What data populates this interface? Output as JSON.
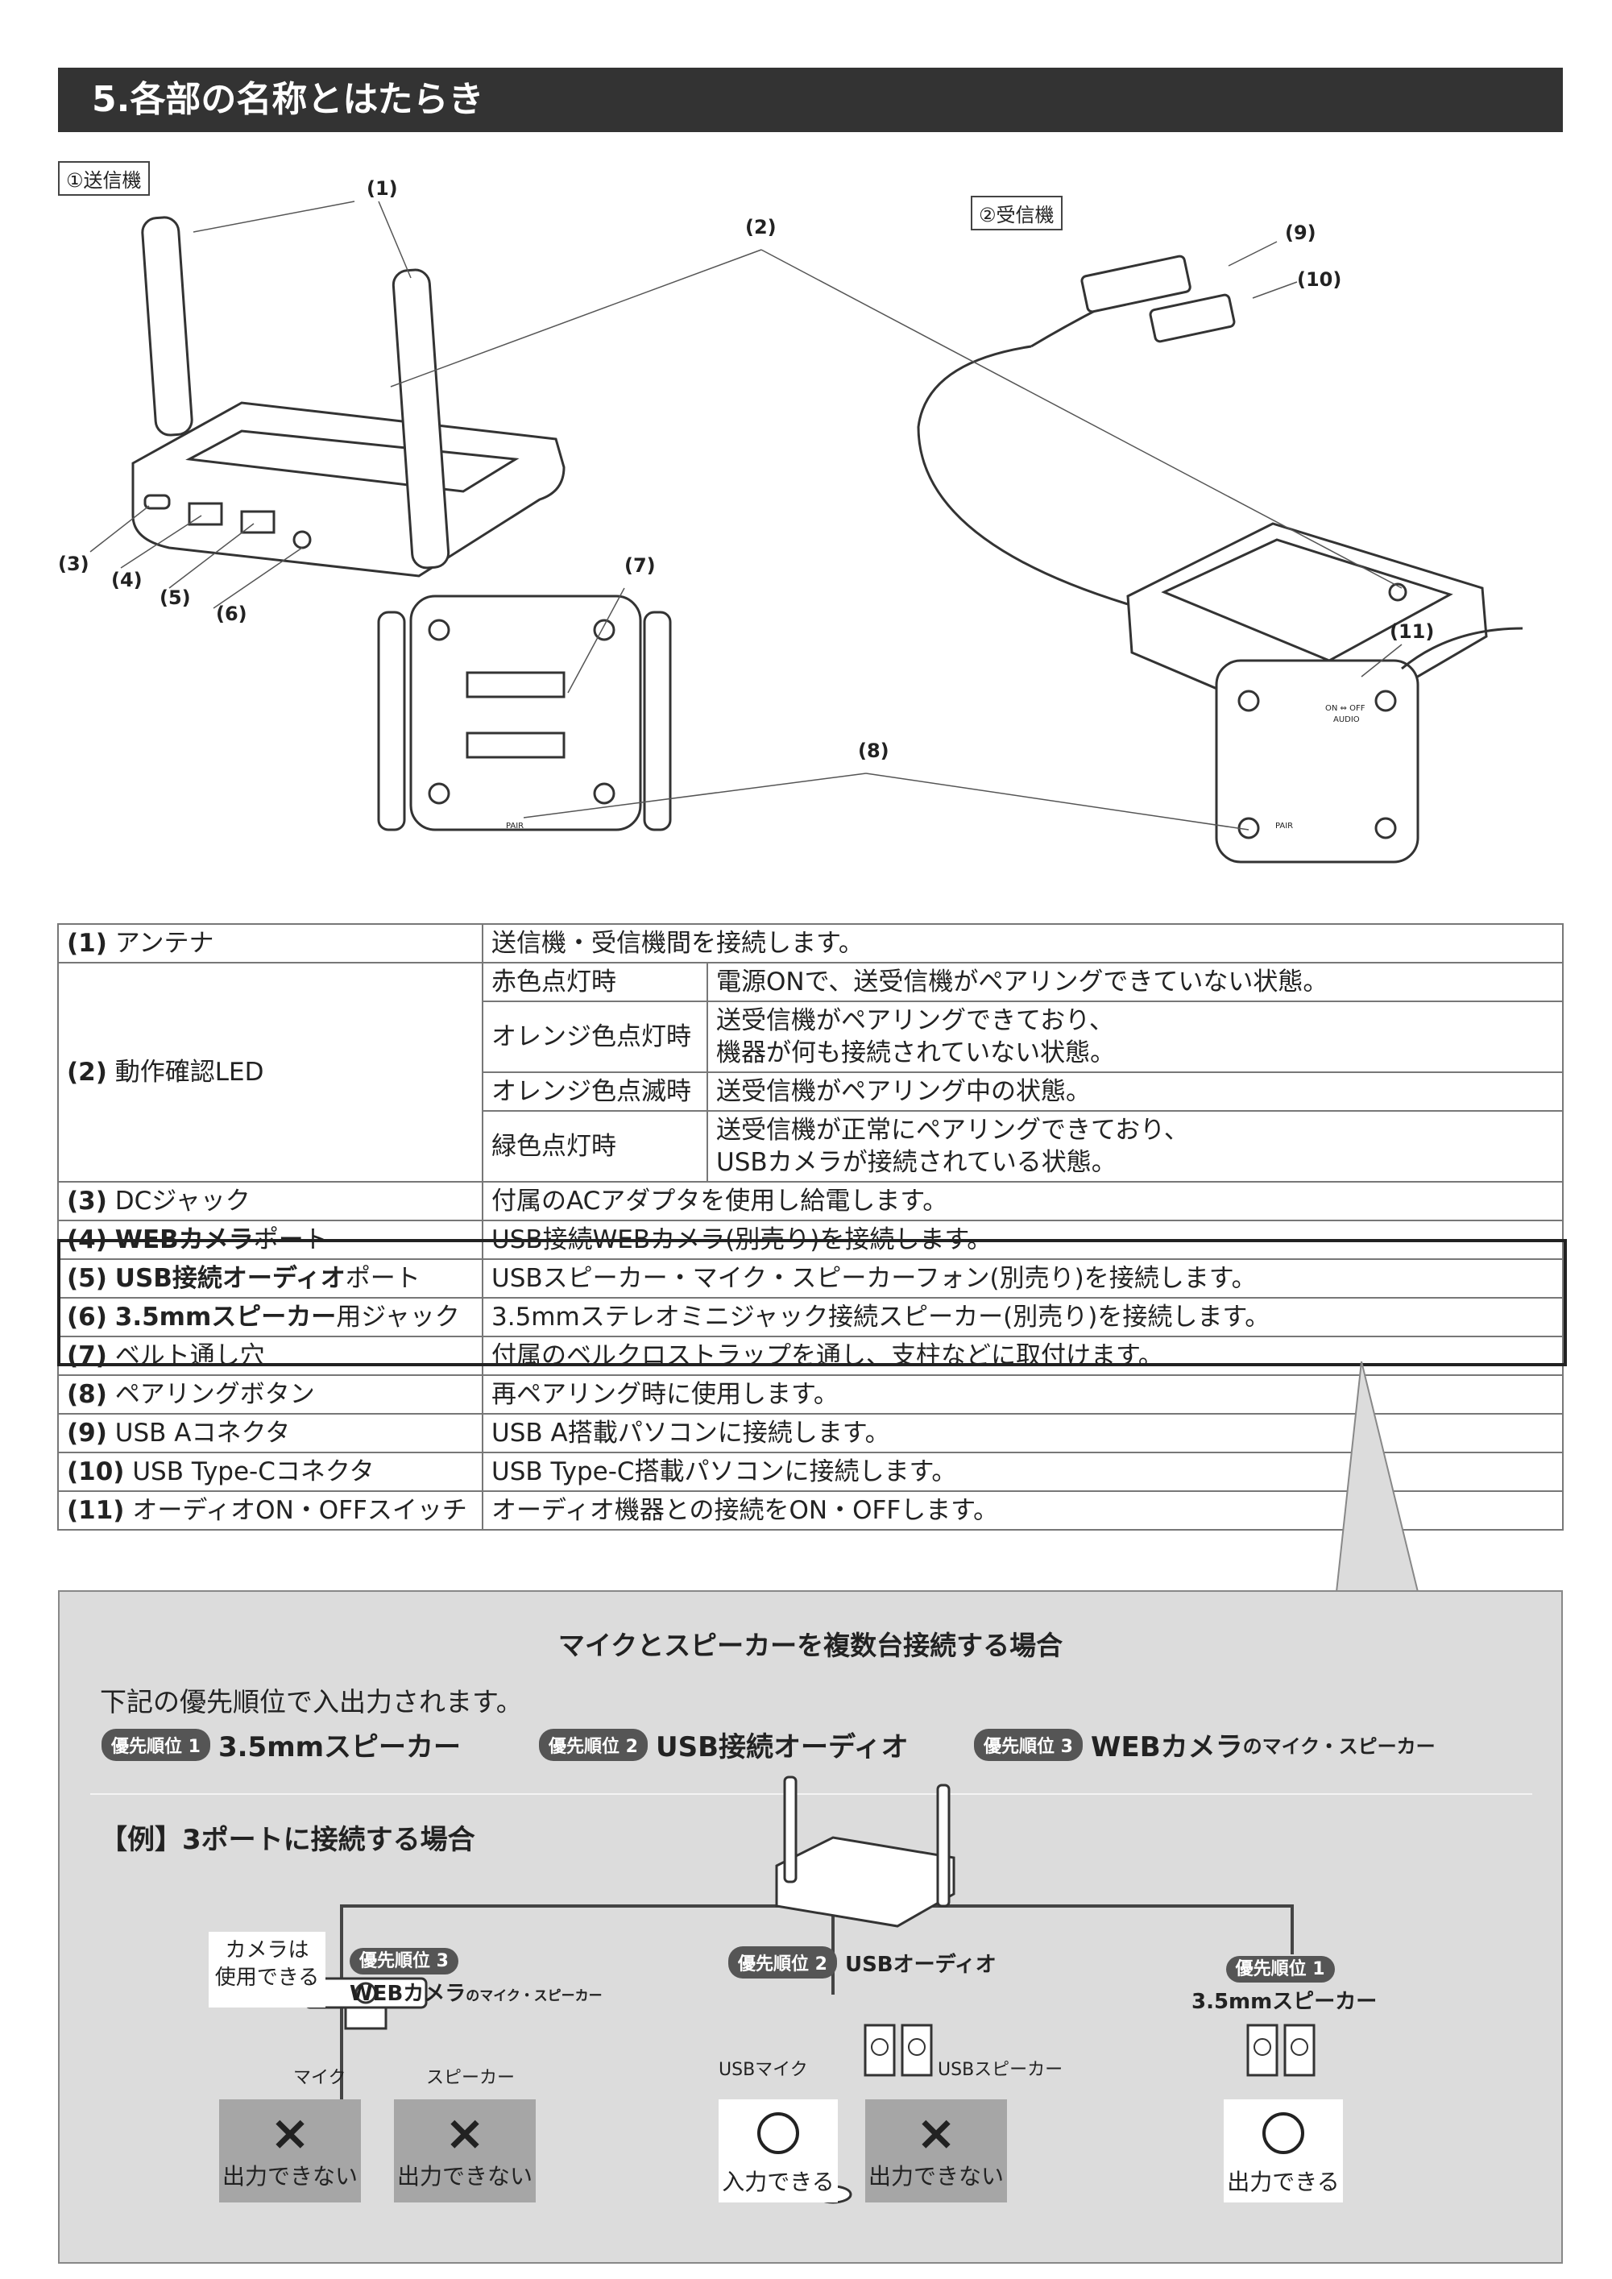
{
  "header": {
    "title": "5.各部の名称とはたらき"
  },
  "diagram": {
    "sender_label": "①送信機",
    "receiver_label": "②受信機",
    "callouts": [
      "(1)",
      "(2)",
      "(3)",
      "(4)",
      "(5)",
      "(6)",
      "(7)",
      "(8)",
      "(9)",
      "(10)",
      "(11)"
    ],
    "switch_label": "ON ⇔ OFF",
    "audio_label": "AUDIO",
    "pair_label": "PAIR"
  },
  "table": {
    "rows": [
      {
        "num": "(1)",
        "name": "アンテナ",
        "desc": "送信機・受信機間を接続します。"
      },
      {
        "num": "(2)",
        "name": "動作確認LED",
        "sub": [
          {
            "state": "赤色点灯時",
            "desc": "電源ONで、送受信機がペアリングできていない状態。"
          },
          {
            "state": "オレンジ色点灯時",
            "desc1": "送受信機がペアリングできており、",
            "desc2": "機器が何も接続されていない状態。"
          },
          {
            "state": "オレンジ色点滅時",
            "desc": "送受信機がペアリング中の状態。"
          },
          {
            "state": "緑色点灯時",
            "desc1": "送受信機が正常にペアリングできており、",
            "desc2": "USBカメラが接続されている状態。"
          }
        ]
      },
      {
        "num": "(3)",
        "name": "DCジャック",
        "desc": "付属のACアダプタを使用し給電します。"
      },
      {
        "num": "(4)",
        "name_bold": "WEBカメラ",
        "name_rest": "ポート",
        "desc": "USB接続WEBカメラ(別売り)を接続します。"
      },
      {
        "num": "(5)",
        "name_bold": "USB接続オーディオ",
        "name_rest": "ポート",
        "desc": "USBスピーカー・マイク・スピーカーフォン(別売り)を接続します。"
      },
      {
        "num": "(6)",
        "name_bold": "3.5mmスピーカー",
        "name_rest": "用ジャック",
        "desc": "3.5mmステレオミニジャック接続スピーカー(別売り)を接続します。"
      },
      {
        "num": "(7)",
        "name": "ベルト通し穴",
        "desc": "付属のベルクロストラップを通し、支柱などに取付けます。"
      },
      {
        "num": "(8)",
        "name": "ペアリングボタン",
        "desc": "再ペアリング時に使用します。"
      },
      {
        "num": "(9)",
        "name": "USB Aコネクタ",
        "desc": "USB A搭載パソコンに接続します。"
      },
      {
        "num": "(10)",
        "name": "USB Type-Cコネクタ",
        "desc": "USB Type-C搭載パソコンに接続します。"
      },
      {
        "num": "(11)",
        "name": "オーディオON・OFFスイッチ",
        "desc": "オーディオ機器との接続をON・OFFします。"
      }
    ]
  },
  "panel": {
    "title": "マイクとスピーカーを複数台接続する場合",
    "desc": "下記の優先順位で入出力されます。",
    "priorities": [
      {
        "badge": "優先順位 1",
        "label": "3.5mmスピーカー"
      },
      {
        "badge": "優先順位 2",
        "label": "USB接続オーディオ"
      },
      {
        "badge": "優先順位 3",
        "label": "WEBカメラ",
        "suffix": "のマイク・スピーカー"
      }
    ],
    "example_title": "【例】3ポートに接続する場合",
    "camera_note1": "カメラは",
    "camera_note2": "使用できる",
    "ex_webcam_badge": "優先順位 3",
    "ex_webcam_label": "WEBカメラ",
    "ex_webcam_suffix": "のマイク・スピーカー",
    "ex_usb_badge": "優先順位 2",
    "ex_usb_label": "USBオーディオ",
    "ex_speaker_badge": "優先順位 1",
    "ex_speaker_label": "3.5mmスピーカー",
    "mic_label": "マイク",
    "speaker_label": "スピーカー",
    "usb_mic_label": "USBマイク",
    "usb_speaker_label": "USBスピーカー",
    "cross": "×",
    "cannot_output": "出力できない",
    "can_input": "入力できる",
    "can_output": "出力できる"
  }
}
